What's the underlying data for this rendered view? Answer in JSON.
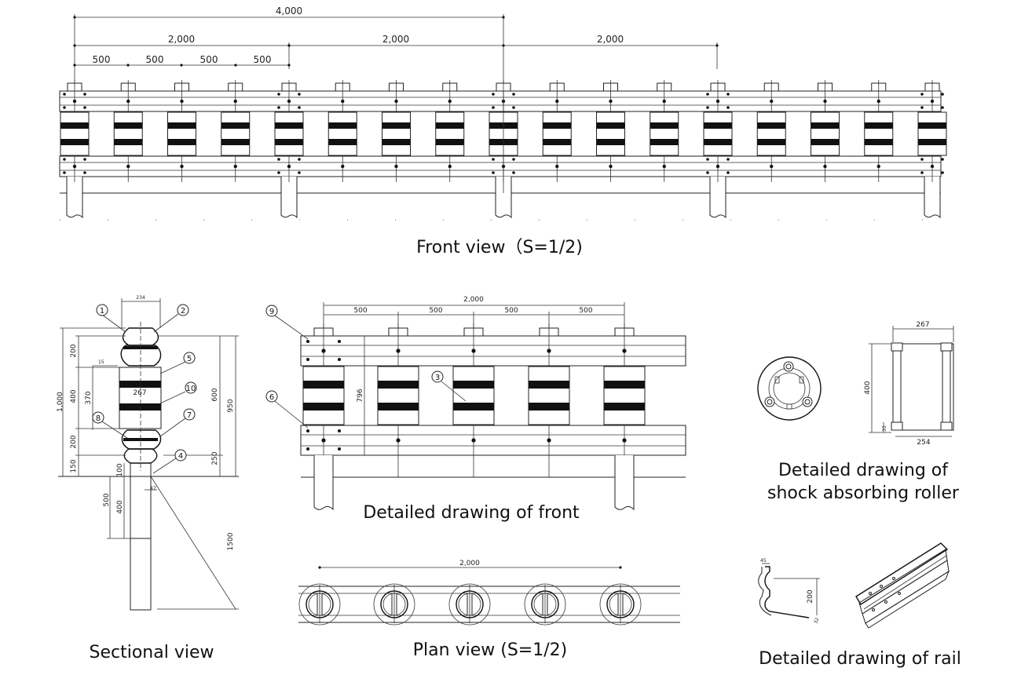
{
  "front_view": {
    "caption": "Front view（S=1/2)",
    "dims": {
      "total": "4,000",
      "half_a": "2,000",
      "half_b": "2,000",
      "half_c": "2,000",
      "q1": "500",
      "q2": "500",
      "q3": "500",
      "q4": "500"
    }
  },
  "sectional_view": {
    "caption": "Sectional view",
    "dims": {
      "top_width": "234",
      "d200a": "200",
      "d15": "15",
      "d400": "400",
      "d370": "370",
      "d267": "267",
      "d1000": "1,000",
      "d200b": "200",
      "d150": "150",
      "d100": "100",
      "d500": "500",
      "d400b": "400",
      "d47": "47",
      "d600": "600",
      "d950": "950",
      "d250": "250",
      "d1500": "1500"
    },
    "callouts": [
      "1",
      "2",
      "4",
      "5",
      "7",
      "8",
      "10"
    ]
  },
  "detail_front": {
    "caption": "Detailed drawing of front",
    "dims": {
      "total": "2,000",
      "s1": "500",
      "s2": "500",
      "s3": "500",
      "s4": "500",
      "height": "796"
    },
    "callouts": [
      "9",
      "6",
      "3"
    ]
  },
  "plan_view": {
    "caption": "Plan view (S=1/2)",
    "dims": {
      "total": "2,000"
    }
  },
  "roller": {
    "caption_line1": "Detailed drawing of",
    "caption_line2": "shock absorbing roller",
    "dims": {
      "top": "267",
      "height": "400",
      "base": "35",
      "bottom": "254"
    }
  },
  "rail": {
    "caption": "Detailed drawing of rail",
    "dims": {
      "d45": "45",
      "d200": "200",
      "d32": "32"
    }
  }
}
